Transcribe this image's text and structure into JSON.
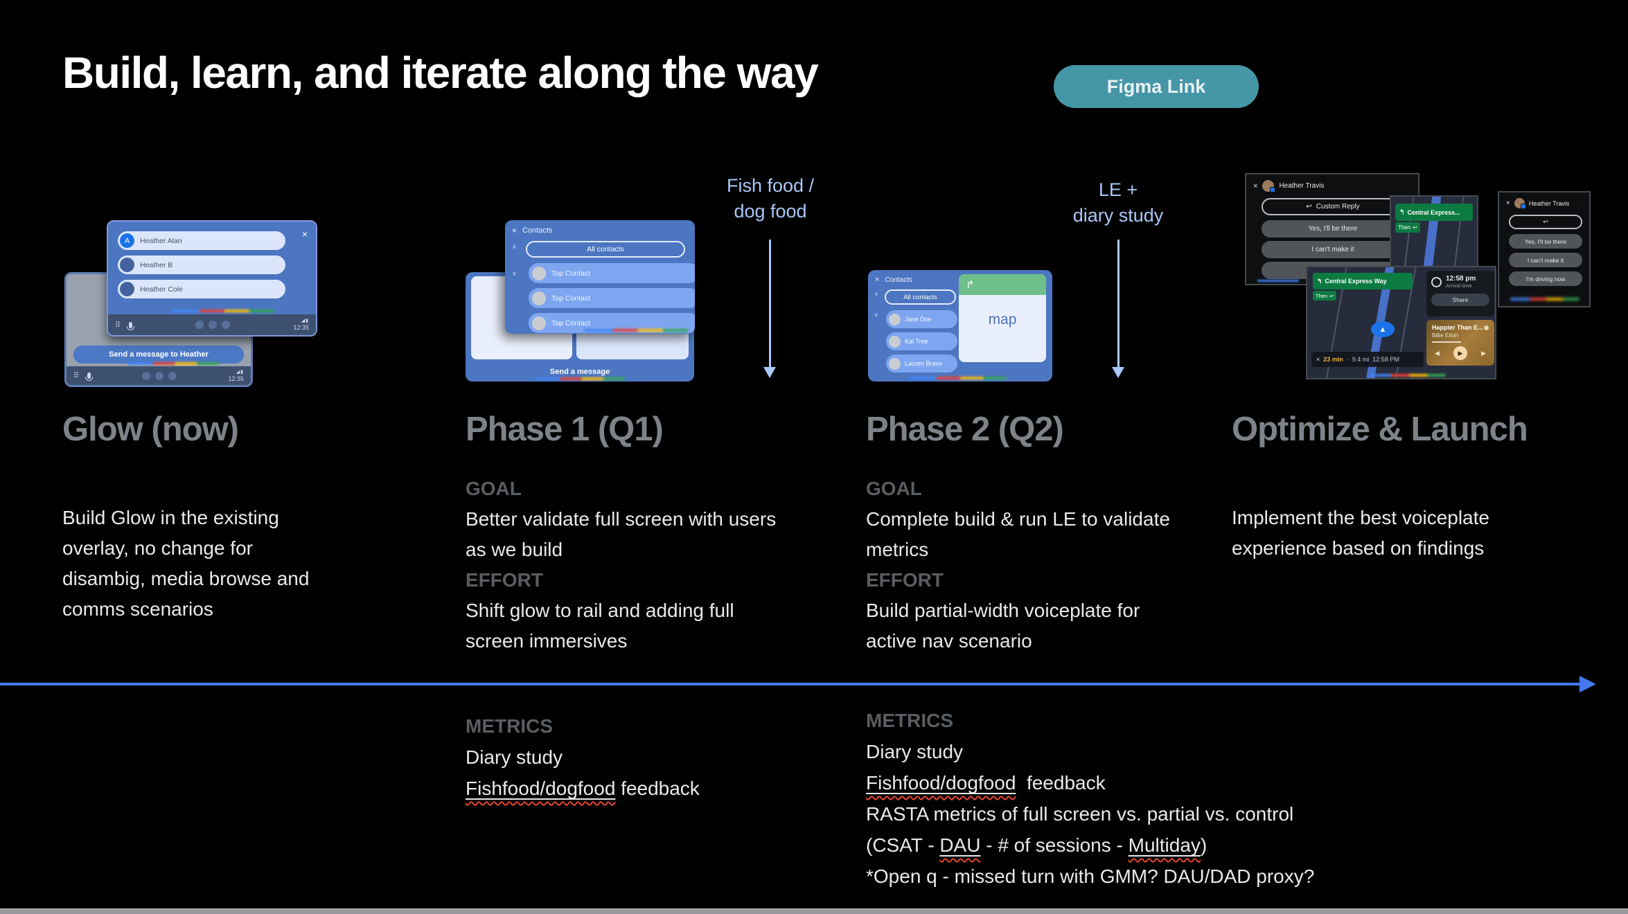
{
  "title": "Build, learn, and iterate along the way",
  "figma_link": "Figma Link",
  "timeline": {
    "arrow1_label_line1": "Fish food /",
    "arrow1_label_line2": "dog food",
    "arrow2_label_line1": "LE +",
    "arrow2_label_line2": "diary study"
  },
  "columns": {
    "glow": {
      "heading": "Glow (now)",
      "description": "Build Glow in the existing overlay, no change for disambig, media browse and comms scenarios"
    },
    "phase1": {
      "heading": "Phase 1 (Q1)",
      "goal_label": "GOAL",
      "goal": "Better validate full screen with users as we build",
      "effort_label": "EFFORT",
      "effort": "Shift glow to rail and adding full screen immersives",
      "metrics_label": "METRICS",
      "metric1": "Diary study",
      "metric2_flagged": "Fishfood/dogfood",
      "metric2_rest": " feedback"
    },
    "phase2": {
      "heading": "Phase 2 (Q2)",
      "goal_label": "GOAL",
      "goal": "Complete build & run LE to validate metrics",
      "effort_label": "EFFORT",
      "effort": "Build partial-width voiceplate for active nav scenario",
      "metrics_label": "METRICS",
      "metric1": "Diary study",
      "metric2_flagged": "Fishfood/dogfood",
      "metric2_rest": "  feedback",
      "metric3": "RASTA metrics of full screen vs. partial vs. control",
      "metric4_part1": "(CSAT - ",
      "metric4_flagged1": "DAU",
      "metric4_part2": " - # of sessions - ",
      "metric4_flagged2": "Multiday",
      "metric4_part3": ")",
      "metric5": "*Open q - missed turn with GMM? DAU/DAD proxy?"
    },
    "optimize": {
      "heading": "Optimize & Launch",
      "description": "Implement the best voiceplate experience based on findings"
    }
  },
  "thumbnails": {
    "glow": {
      "contact1_avatar": "A",
      "contact1": "Heather Alan",
      "contact2": "Heather B",
      "contact3": "Heather Cole",
      "send_bar": "Send a message to Heather",
      "time": "12:35"
    },
    "phase1": {
      "header": "Contacts",
      "filter": "All contacts",
      "row1": "Top Contact",
      "row2": "Top Contact",
      "row3": "Top Contact",
      "send_bar": "Send a message"
    },
    "phase2": {
      "header": "Contacts",
      "filter": "All contacts",
      "row1": "Jane Doe",
      "row2": "Kal Tree",
      "row3": "Lauren Brave",
      "map_label": "map"
    },
    "optimize": {
      "contact_name": "Heather Travis",
      "custom_reply": "Custom Reply",
      "reply1": "Yes, I'll be there",
      "reply2": "I can't make it",
      "reply3": "I'm driving now",
      "nav_banner_short": "Central Express...",
      "nav_banner_full": "Central Express Way",
      "then_label": "Then",
      "arrival_time": "12:58 pm",
      "arrival_label": "Arrival time",
      "share_label": "Share",
      "music_title": "Happier Than E...",
      "music_artist": "Billie Eilish",
      "nav_eta": "23 min",
      "nav_sep": "·",
      "nav_distance": "9.4 mi",
      "nav_time": "12:58 PM"
    }
  },
  "icons": {
    "close": "×",
    "reply": "↩",
    "turn": "↰",
    "map_turn": "↱",
    "chevron_up": "∧",
    "chevron_down": "∨",
    "apps_grid": "⠿",
    "signal": "◢",
    "battery": "▮",
    "nav_arrow": "▲",
    "prev": "◀",
    "play": "▶",
    "next": "▶"
  },
  "colors": {
    "accent_blue": "#4479ec",
    "annotation_blue": "#a9c7f7",
    "teal_button": "#4597a7",
    "heading_gray": "#7e8389",
    "label_gray": "#5a5e63",
    "body_text": "#e8eaed",
    "panel_blue": "#4c76c1",
    "row_blue": "#7ea6f0",
    "row_light": "#dce6fb",
    "nav_green": "#0c7b42",
    "map_green": "#6fbf8b",
    "spellcheck_red": "#e8442e"
  }
}
